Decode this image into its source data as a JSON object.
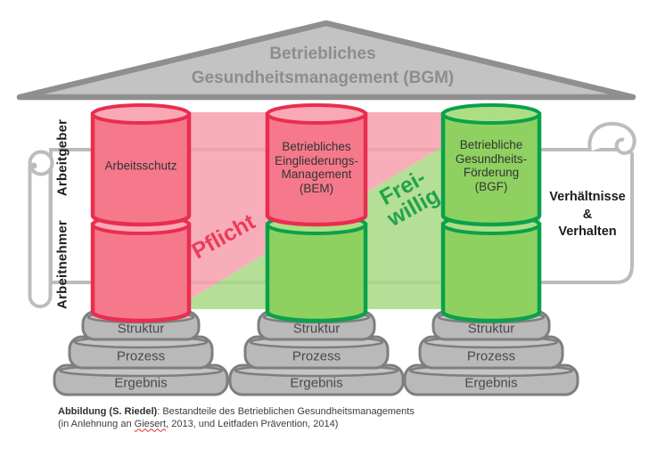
{
  "roof": {
    "title": "Betriebliches\nGesundheitsmanagement (BGM)"
  },
  "side_labels": {
    "employer": "Arbeitgeber",
    "employee": "Arbeitnehmer"
  },
  "bands": {
    "mandatory": "Pflicht",
    "voluntary": "Frei-\nwillig"
  },
  "columns": [
    {
      "label": "Arbeitsschutz"
    },
    {
      "label": "Betriebliches\nEingliederungs-\nManagement\n(BEM)"
    },
    {
      "label": "Betriebliche\nGesundheits-\nFörderung\n(BGF)"
    }
  ],
  "pedestal_labels": {
    "top": "Struktur",
    "middle": "Prozess",
    "bottom": "Ergebnis"
  },
  "note": {
    "text": "Verhältnisse\n&\nVerhalten"
  },
  "caption": {
    "bold": "Abbildung (S. Riedel)",
    "line1_rest": ": Bestandteile des Betrieblichen Gesundheitsmanagements",
    "line2_pre": "(in Anlehnung an ",
    "line2_misspelled": "Giesert",
    "line2_post": ", 2013, und Leitfaden Prävention, 2014)"
  },
  "colors": {
    "red_fill": "#f5798b",
    "red_stroke": "#ea2d4f",
    "red_top": "#f9a9b5",
    "green_fill": "#8fd160",
    "green_stroke": "#0aa14b",
    "green_top": "#aede84",
    "band_pink": "#f6a0ad",
    "band_green": "#a8d984",
    "pedestal_gray": "#b9b9b9",
    "pedestal_top_gray": "#c5c5c5",
    "roof_gray": "#c3c3c3",
    "roof_outline": "#8f8f8f",
    "scroll_outline": "#bcbcbc",
    "mandatory_text": "#ee3a5b",
    "voluntary_text": "#21a34c"
  }
}
